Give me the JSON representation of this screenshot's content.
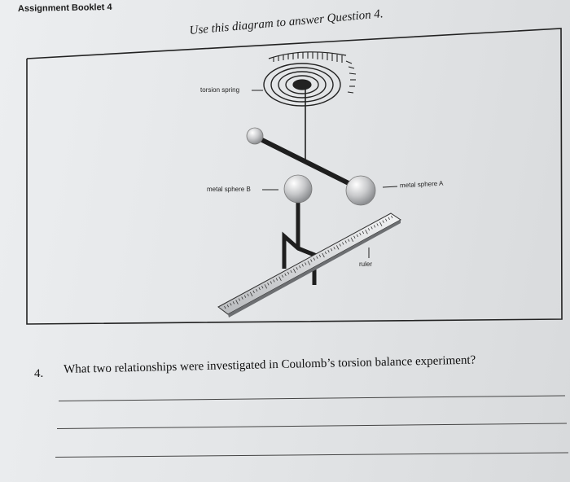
{
  "header": {
    "title": "Assignment Booklet 4"
  },
  "diagram": {
    "caption": "Use this diagram to answer Question 4.",
    "labels": {
      "torsion_spring": "torsion spring",
      "metal_sphere_b": "metal sphere B",
      "metal_sphere_a": "metal sphere A",
      "ruler": "ruler"
    }
  },
  "question": {
    "number": "4.",
    "text": "What two relationships were investigated in Coulomb’s torsion balance experiment?"
  }
}
